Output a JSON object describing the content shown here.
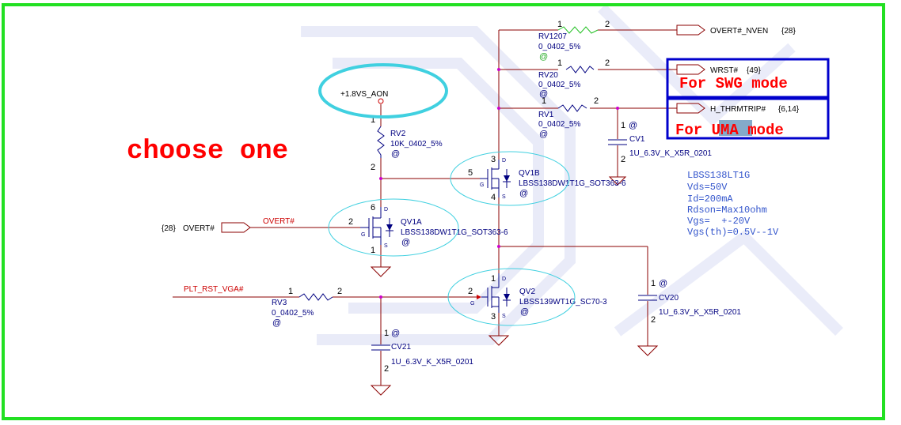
{
  "annotations": {
    "choose_one": "choose one",
    "swg_mode": "For SWG mode",
    "uma_mode_prefix": "For ",
    "uma_mode_highlight": "UMA",
    "uma_mode_suffix": " mode"
  },
  "specs": [
    "LBSS138LT1G",
    "Vds=50V",
    "Id=200mA",
    "Rdson=Max10ohm",
    "Vgs=  +-20V",
    "Vgs(th)=0.5V--1V"
  ],
  "nets": {
    "overt_nven": "OVERT#_NVEN",
    "overt_nven_ref": "{28}",
    "wrst": "WRST#",
    "wrst_ref": "{49}",
    "h_thrmtrip": "H_THRMTRIP#",
    "h_thrmtrip_ref": "{6,14}",
    "supply": "+1.8VS_AON",
    "overt_in": "OVERT#",
    "overt_in_ref": "{28}",
    "overt_wire": "OVERT#",
    "plt_rst": "PLT_RST_VGA#"
  },
  "components": {
    "rv1207": {
      "ref": "RV1207",
      "value": "0_0402_5%",
      "pin1": "1",
      "pin2": "2",
      "at": "@"
    },
    "rv20": {
      "ref": "RV20",
      "value": "0_0402_5%",
      "pin1": "1",
      "pin2": "2",
      "at": "@"
    },
    "rv1": {
      "ref": "RV1",
      "value": "0_0402_5%",
      "pin1": "1",
      "pin2": "2",
      "at": "@"
    },
    "rv2": {
      "ref": "RV2",
      "value": "10K_0402_5%",
      "pin1": "1",
      "pin2": "2",
      "at": "@"
    },
    "rv3": {
      "ref": "RV3",
      "value": "0_0402_5%",
      "pin1": "1",
      "pin2": "2",
      "at": "@"
    },
    "cv1": {
      "ref": "CV1",
      "value": "1U_6.3V_K_X5R_0201",
      "pin1": "1",
      "pin2": "2",
      "at": "@"
    },
    "cv20": {
      "ref": "CV20",
      "value": "1U_6.3V_K_X5R_0201",
      "pin1": "1",
      "pin2": "2",
      "at": "@"
    },
    "cv21": {
      "ref": "CV21",
      "value": "1U_6.3V_K_X5R_0201",
      "pin1": "1",
      "pin2": "2",
      "at": "@"
    },
    "qv1b": {
      "ref": "QV1B",
      "value": "LBSS138DW1T1G_SOT363-6",
      "pin_d": "3",
      "pin_g": "5",
      "pin_s": "4",
      "at": "@"
    },
    "qv1a": {
      "ref": "QV1A",
      "value": "LBSS138DW1T1G_SOT363-6",
      "pin_d": "6",
      "pin_g": "2",
      "pin_s": "1",
      "at": "@"
    },
    "qv2": {
      "ref": "QV2",
      "value": "LBSS139WT1G_SC70-3",
      "pin_d": "1",
      "pin_g": "2",
      "pin_s": "3",
      "at": "@"
    }
  },
  "pin_letters": {
    "d": "D",
    "g": "G",
    "s": "S"
  },
  "colors": {
    "frame": "#22e022",
    "wire": "#8b0000",
    "symbol": "#000080",
    "highlight_box": "#0000cc",
    "ellipse": "#40d0e0",
    "annotation": "#ff0000"
  }
}
